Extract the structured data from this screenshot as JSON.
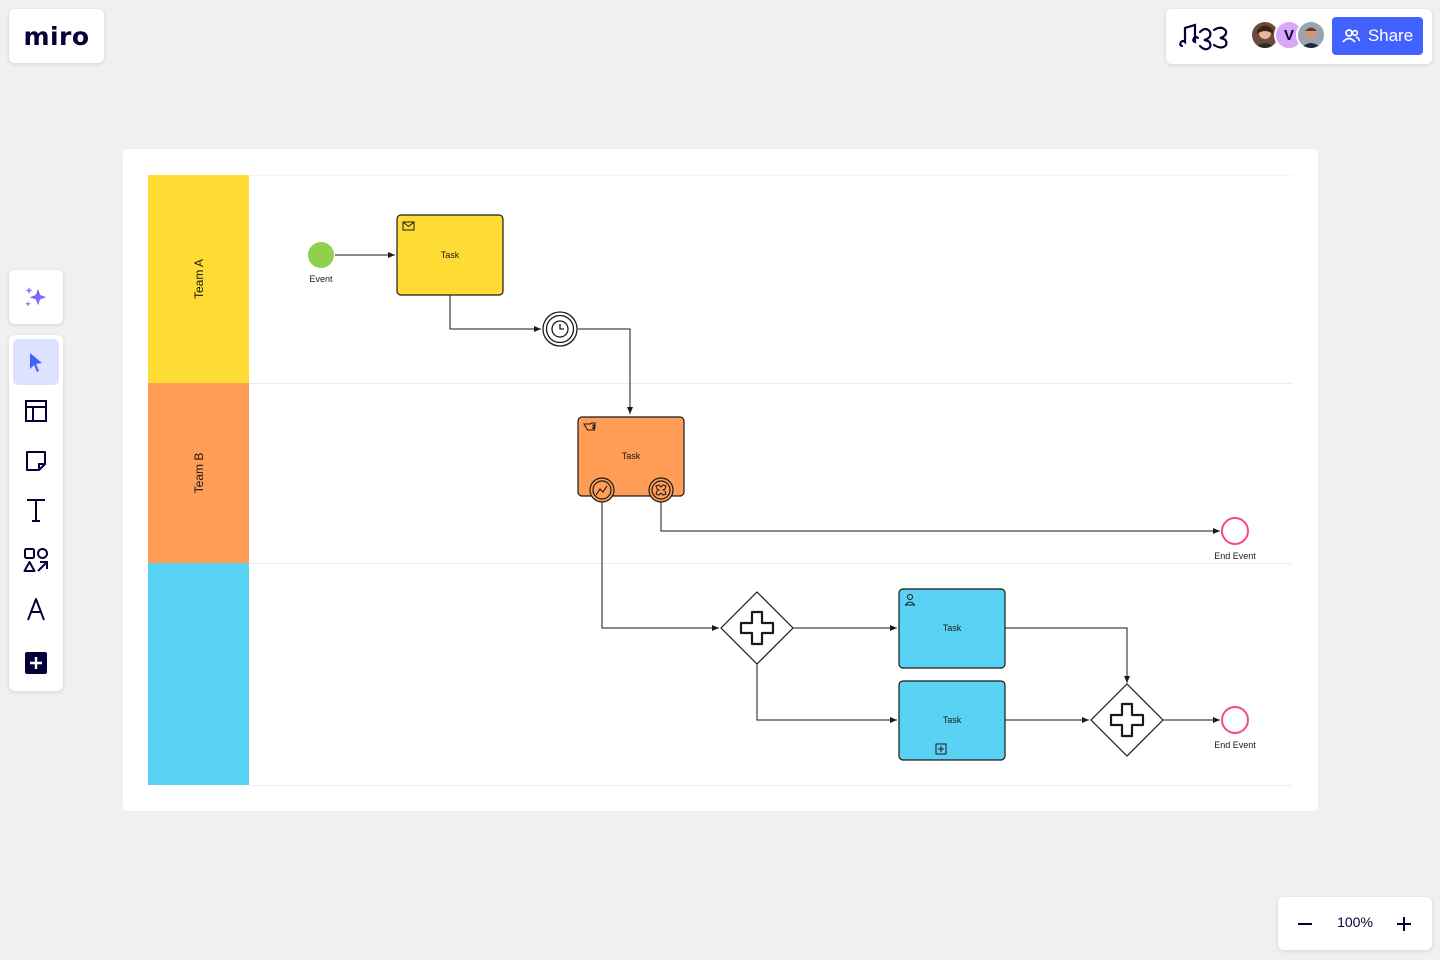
{
  "app": {
    "logo_text": "miro",
    "share_label": "Share",
    "collaborator_initial": "V",
    "zoom_level": "100%"
  },
  "diagram": {
    "lanes": [
      {
        "label": "Team A",
        "color": "#ffdc33"
      },
      {
        "label": "Team B",
        "color": "#ff9d56"
      },
      {
        "label": "",
        "color": "#5ad2f4"
      }
    ],
    "start_event_label": "Event",
    "task_a_label": "Task",
    "task_b_label": "Task",
    "task_c1_label": "Task",
    "task_c2_label": "Task",
    "end_event_1_label": "End Event",
    "end_event_2_label": "End Event"
  },
  "colors": {
    "accent": "#4262ff",
    "start_event": "#8fd14f",
    "end_event": "#f24d7a"
  }
}
